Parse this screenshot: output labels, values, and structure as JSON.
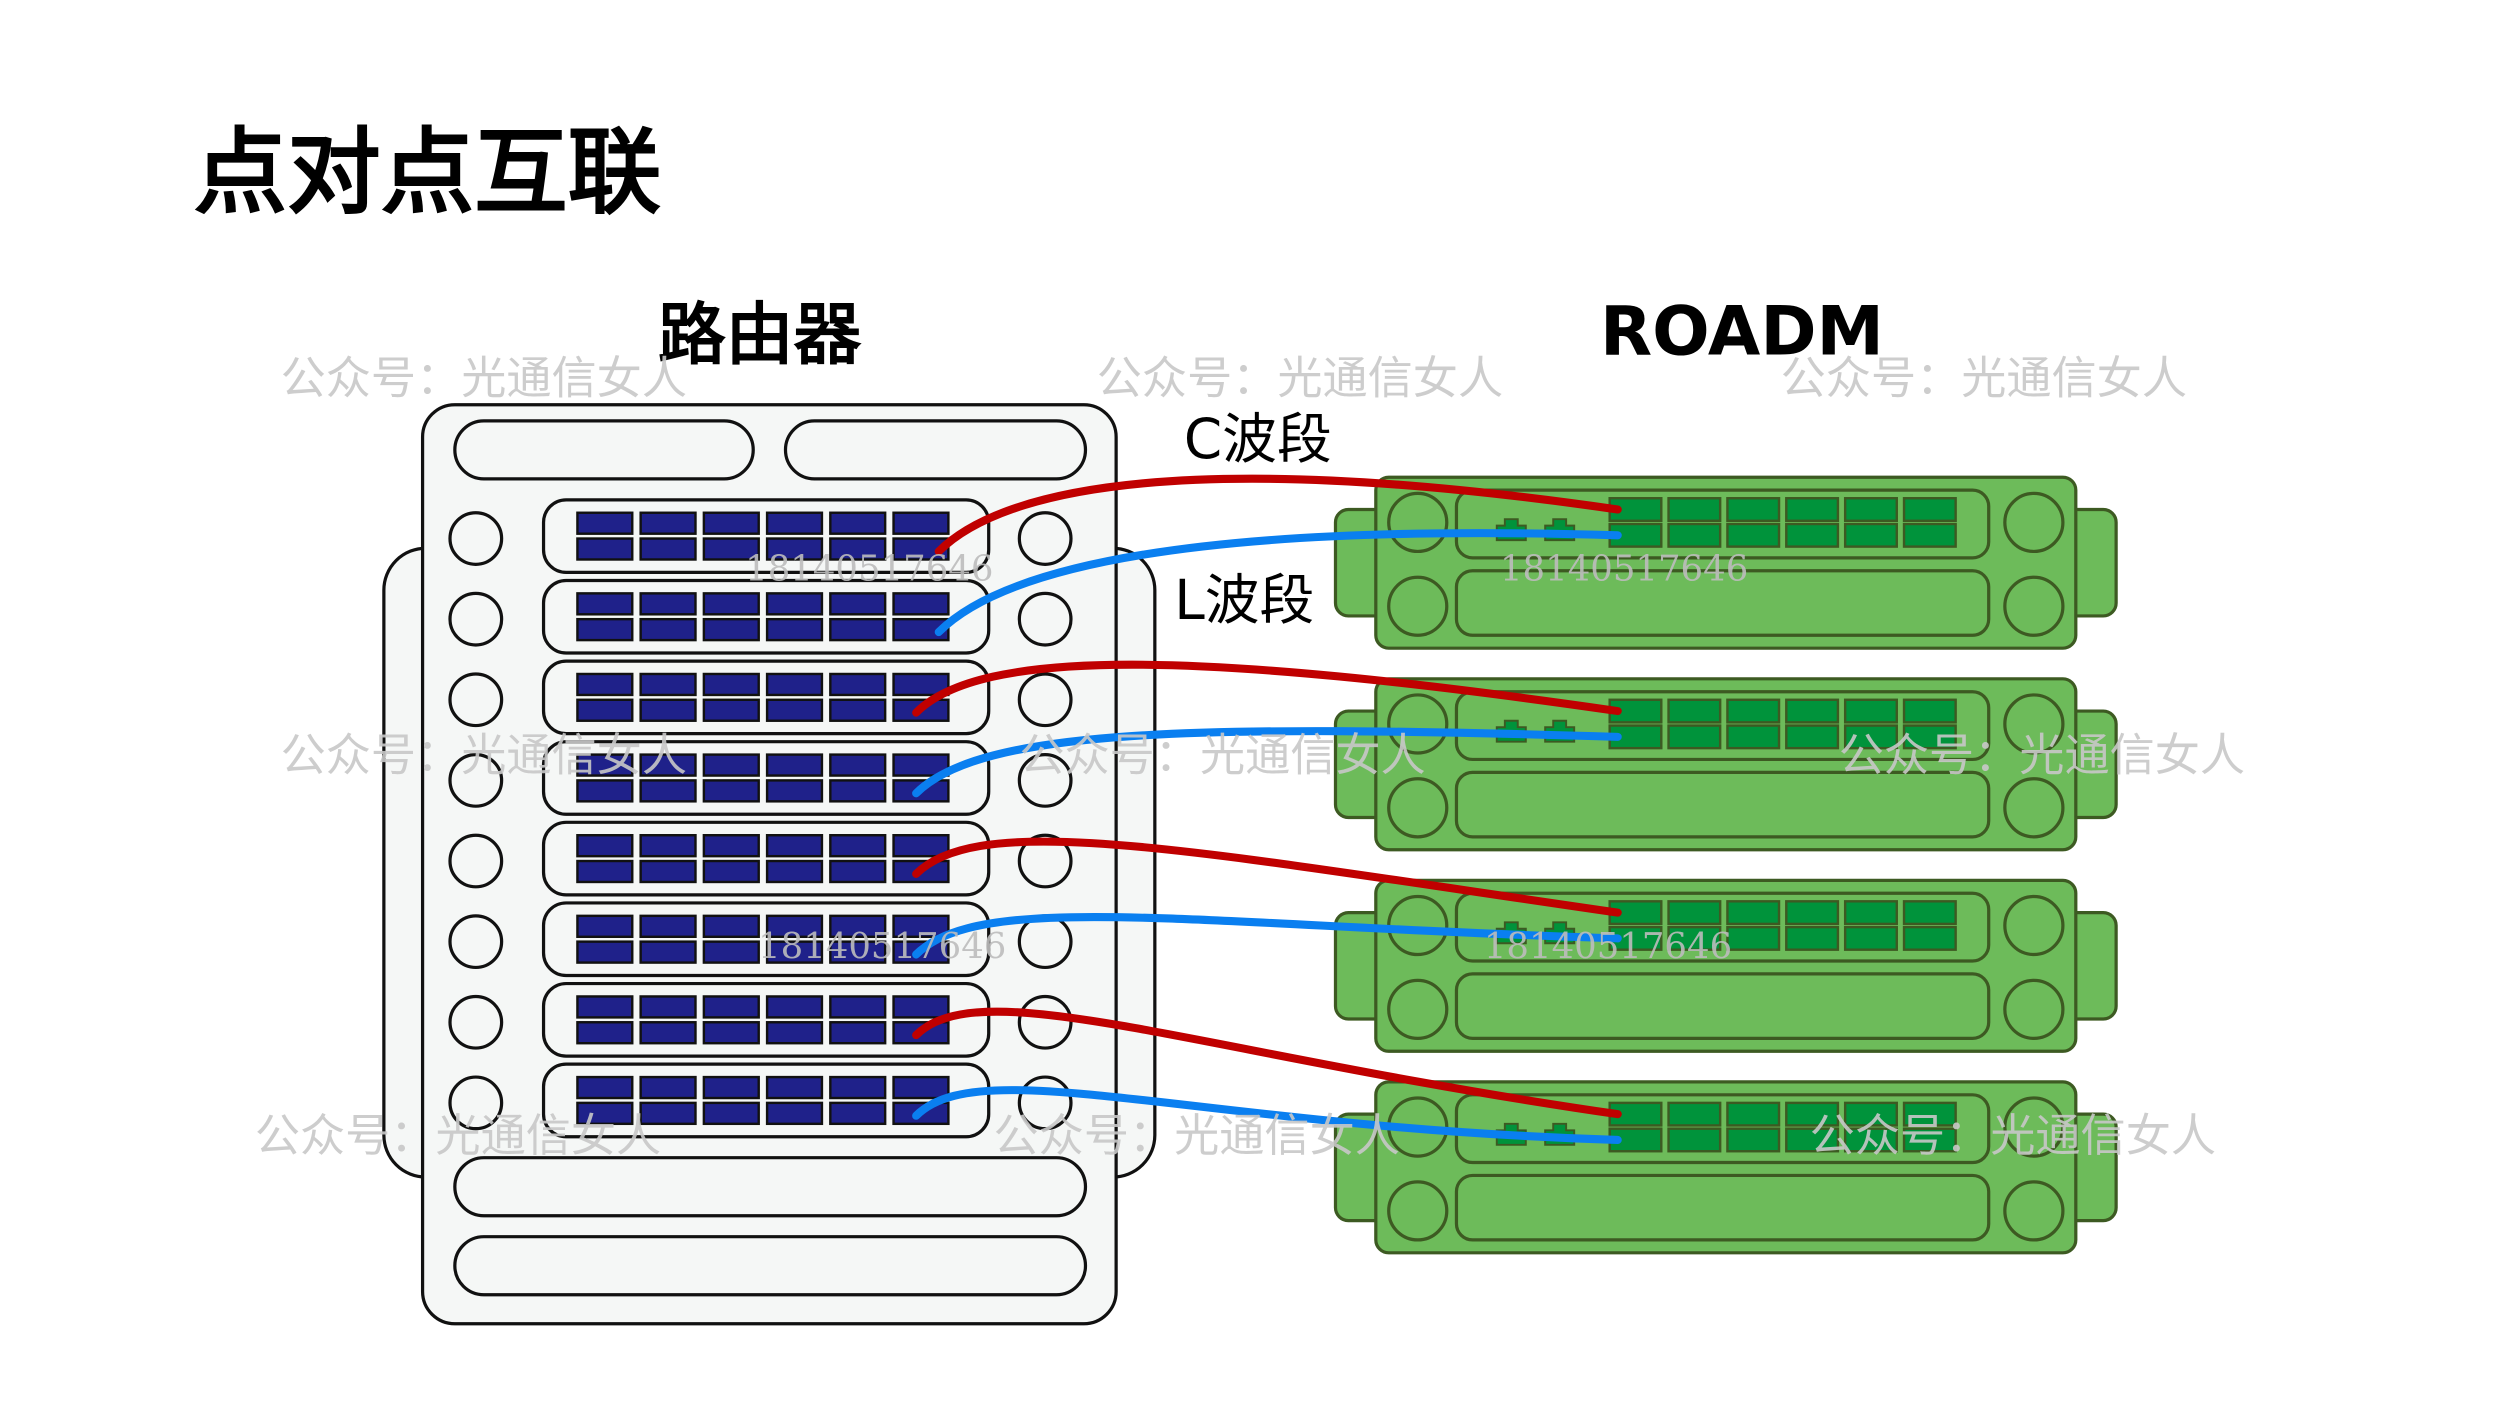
{
  "page_title": "点对点互联",
  "router": {
    "label": "路由器",
    "line_cards": 8,
    "ports_per_card": 12,
    "colors": {
      "body": "#f5f7f6",
      "port": "#1f218a",
      "outline": "#111111"
    }
  },
  "roadm": {
    "label": "ROADM",
    "units": 4,
    "ports_per_unit": 12,
    "colors": {
      "body": "#6dbb5a",
      "port": "#00933b",
      "outline": "#3d5a22"
    }
  },
  "band_labels": {
    "c_band": "C波段",
    "l_band": "L波段"
  },
  "fibers": [
    {
      "band": "C",
      "color": "#c00000",
      "router_card": 1,
      "roadm_unit": 1
    },
    {
      "band": "L",
      "color": "#0a7ff0",
      "router_card": 2,
      "roadm_unit": 1
    },
    {
      "band": "C",
      "color": "#c00000",
      "router_card": 3,
      "roadm_unit": 2
    },
    {
      "band": "L",
      "color": "#0a7ff0",
      "router_card": 4,
      "roadm_unit": 2
    },
    {
      "band": "C",
      "color": "#c00000",
      "router_card": 5,
      "roadm_unit": 3
    },
    {
      "band": "L",
      "color": "#0a7ff0",
      "router_card": 6,
      "roadm_unit": 3
    },
    {
      "band": "C",
      "color": "#c00000",
      "router_card": 7,
      "roadm_unit": 4
    },
    {
      "band": "L",
      "color": "#0a7ff0",
      "router_card": 8,
      "roadm_unit": 4
    }
  ],
  "watermarks": {
    "text": "公众号：光通信女人",
    "number": "18140517646"
  }
}
